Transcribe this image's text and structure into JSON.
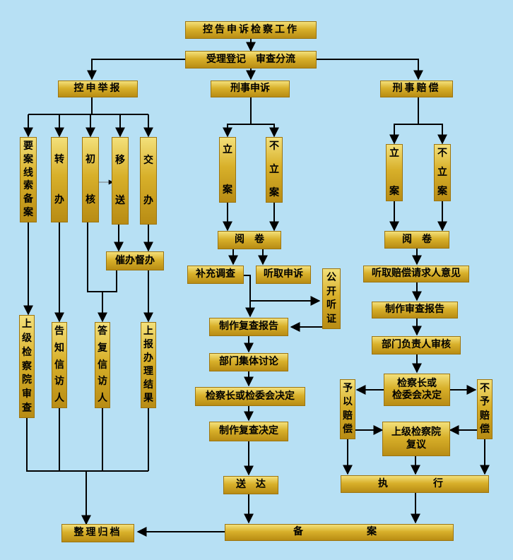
{
  "title": "控告申诉检察工作",
  "intake": "受理登记　审查分流",
  "branches": {
    "complaint": "控申举报",
    "criminal_appeal": "刑事申诉",
    "compensation": "刑事赔偿"
  },
  "complaint": {
    "options": [
      "要案线索备案",
      "转办",
      "初核",
      "移送",
      "交办"
    ],
    "supervise": "催办督办",
    "results": [
      "上级检察院审查",
      "告知信访人",
      "答复信访人",
      "上报办理结果"
    ],
    "archive": "整理归档"
  },
  "criminal_appeal": {
    "decisions": [
      "立案",
      "不立案"
    ],
    "review": "阅　卷",
    "investigate": "补充调查",
    "hear": "听取申诉",
    "public_hearing": "公开听证",
    "report": "制作复查报告",
    "discussion": "部门集体讨论",
    "decide": "检察长或检委会决定",
    "decision_doc": "制作复查决定",
    "deliver": "送　达",
    "file": "备　　　案"
  },
  "compensation": {
    "decisions": [
      "立案",
      "不立案"
    ],
    "review": "阅　卷",
    "opinion": "听取赔偿请求人意见",
    "report": "制作审查报告",
    "head_review": "部门负责人审核",
    "decide": "检察长或\n检委会决定",
    "grant": "予以赔偿",
    "deny": "不予赔偿",
    "reconsider": "上级检察院\n复议",
    "execute": "执　　行"
  }
}
